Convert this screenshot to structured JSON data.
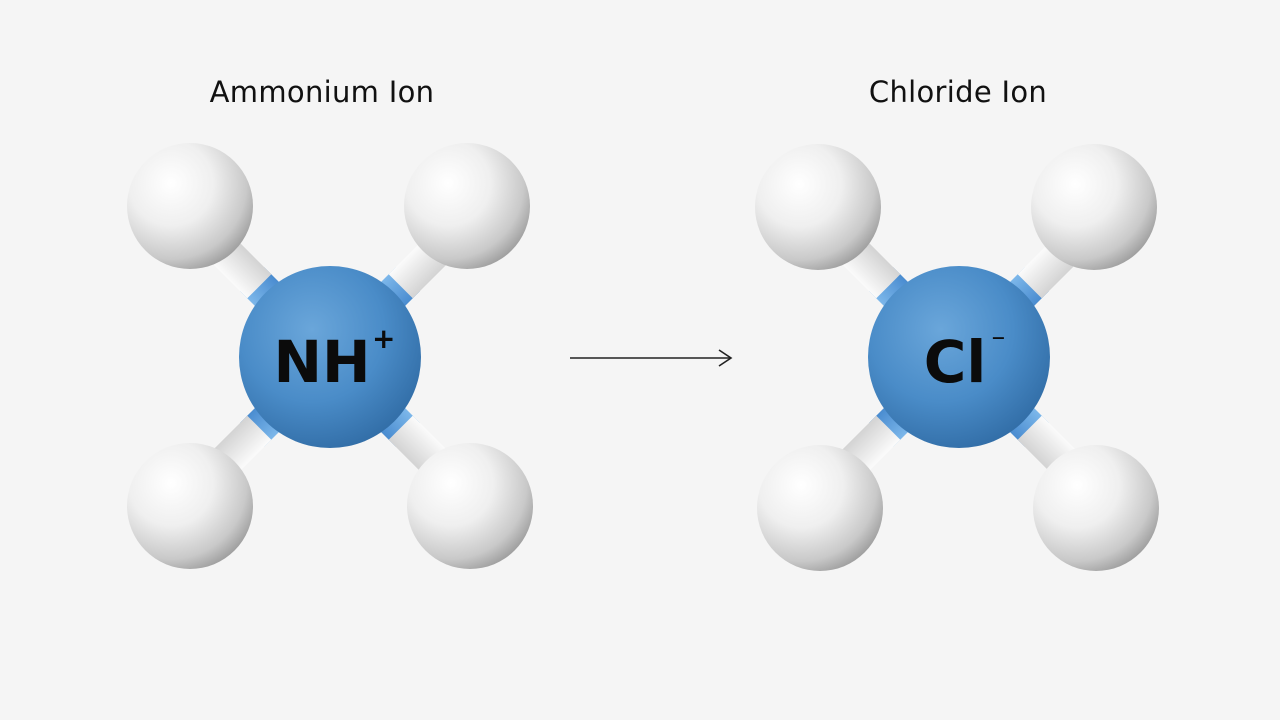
{
  "molecules": [
    {
      "title": "Ammonium Ion",
      "center_symbol": "NH",
      "charge": "+",
      "ligands": 4
    },
    {
      "title": "Chloride Ion",
      "center_symbol": "Cl",
      "charge": "⁻",
      "ligands": 4
    }
  ],
  "colors": {
    "background": "#f5f5f5",
    "center_atom": "#4a8cc8",
    "bond_blue": "#5a9ee0",
    "bond_white": "#e8e8e8",
    "hydrogen": "#eeeeee",
    "arrow": "#222222"
  },
  "icons": {
    "arrow": "right-arrow-icon"
  }
}
